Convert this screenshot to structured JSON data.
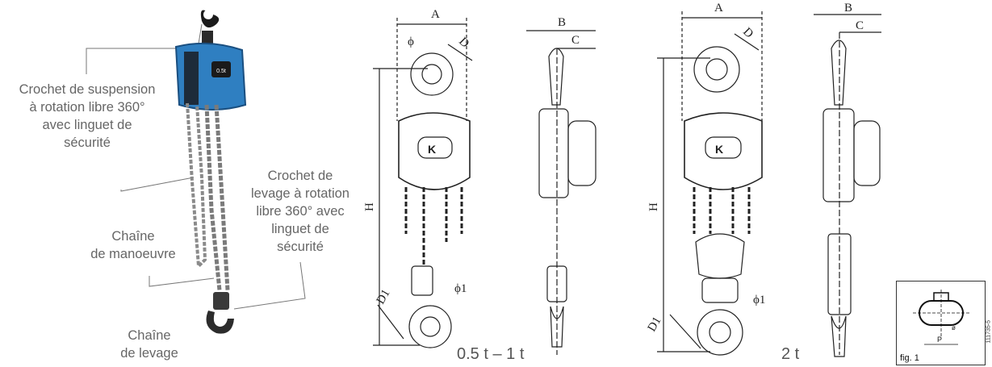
{
  "labels": {
    "hook_top": [
      "Crochet de suspension",
      "à rotation libre 360°",
      "avec linguet de",
      "sécurité"
    ],
    "hook_bottom": [
      "Crochet de",
      "levage à rotation",
      "libre 360° avec",
      "linguet de",
      "sécurité"
    ],
    "hand_chain": [
      "Chaîne",
      "de manoeuvre"
    ],
    "load_chain": [
      "Chaîne",
      "de levage"
    ]
  },
  "drawing1": {
    "dim_a": "A",
    "dim_b": "B",
    "dim_c": "C",
    "dim_d": "D",
    "dim_h": "H",
    "dim_phi": "ϕ",
    "dim_d1": "D1",
    "dim_phi1": "ϕ1",
    "capacity": "0.5 t – 1 t"
  },
  "drawing2": {
    "dim_a": "A",
    "dim_b": "B",
    "dim_c": "C",
    "dim_d": "D",
    "dim_h": "H",
    "dim_d1": "D1",
    "dim_phi1": "ϕ1",
    "capacity": "2 t"
  },
  "fig1": {
    "caption": "fig. 1",
    "p": "P",
    "phi": "ø",
    "code": "111735-5"
  },
  "colors": {
    "hoist_body": "#2f7fc1",
    "chain": "#8a8a8a",
    "line": "#222222"
  }
}
